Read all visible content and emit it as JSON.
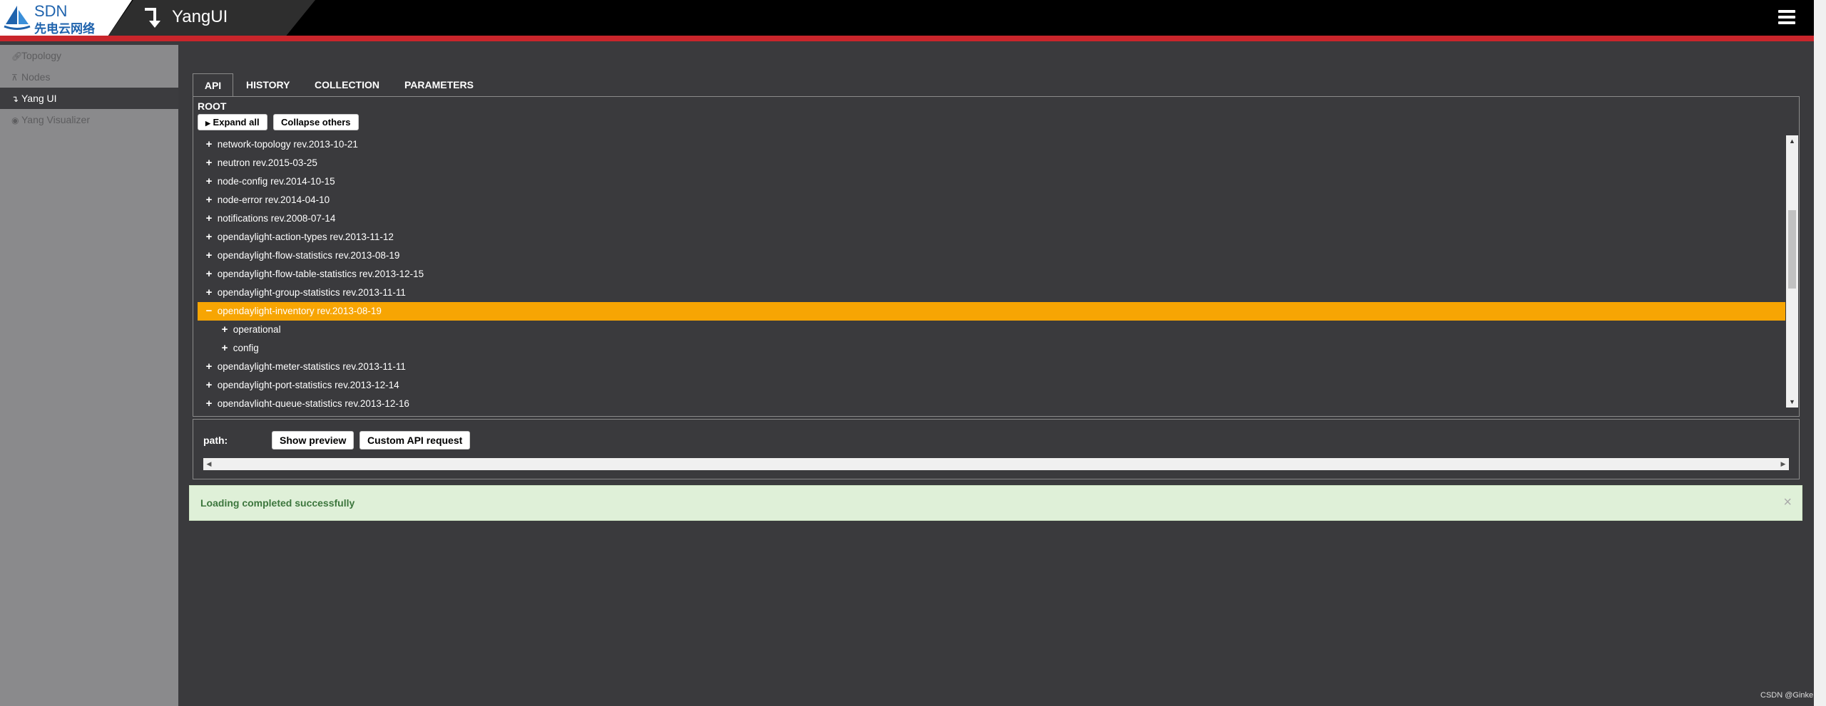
{
  "header": {
    "logo_text": "SDN",
    "logo_subtext": "先电云网络",
    "app_title": "YangUI"
  },
  "sidebar": {
    "items": [
      {
        "label": "Topology",
        "icon": "link-icon"
      },
      {
        "label": "Nodes",
        "icon": "sitemap-icon"
      },
      {
        "label": "Yang UI",
        "icon": "turn-arrow-icon"
      },
      {
        "label": "Yang Visualizer",
        "icon": "eye-icon"
      }
    ]
  },
  "tabs": [
    "API",
    "HISTORY",
    "COLLECTION",
    "PARAMETERS"
  ],
  "api": {
    "root_label": "ROOT",
    "expand_all": "Expand all",
    "collapse_others": "Collapse others",
    "tree": [
      {
        "sign": "+",
        "label": "network-topology rev.2013-10-21"
      },
      {
        "sign": "+",
        "label": "neutron rev.2015-03-25"
      },
      {
        "sign": "+",
        "label": "node-config rev.2014-10-15"
      },
      {
        "sign": "+",
        "label": "node-error rev.2014-04-10"
      },
      {
        "sign": "+",
        "label": "notifications rev.2008-07-14"
      },
      {
        "sign": "+",
        "label": "opendaylight-action-types rev.2013-11-12"
      },
      {
        "sign": "+",
        "label": "opendaylight-flow-statistics rev.2013-08-19"
      },
      {
        "sign": "+",
        "label": "opendaylight-flow-table-statistics rev.2013-12-15"
      },
      {
        "sign": "+",
        "label": "opendaylight-group-statistics rev.2013-11-11"
      },
      {
        "sign": "−",
        "label": "opendaylight-inventory rev.2013-08-19"
      },
      {
        "sign": "+",
        "label": "operational"
      },
      {
        "sign": "+",
        "label": "config"
      },
      {
        "sign": "+",
        "label": "opendaylight-meter-statistics rev.2013-11-11"
      },
      {
        "sign": "+",
        "label": "opendaylight-port-statistics rev.2013-12-14"
      },
      {
        "sign": "+",
        "label": "opendaylight-queue-statistics rev.2013-12-16"
      }
    ]
  },
  "path": {
    "label": "path:",
    "show_preview": "Show preview",
    "custom_api_request": "Custom API request"
  },
  "alert": {
    "message": "Loading completed successfully",
    "close": "×"
  },
  "watermark": "CSDN @Ginke",
  "colors": {
    "header": "#000000",
    "accent_red": "#c9252b",
    "selected_row": "#f7a503",
    "alert_bg": "#dff0d8",
    "alert_text": "#3c763d"
  }
}
